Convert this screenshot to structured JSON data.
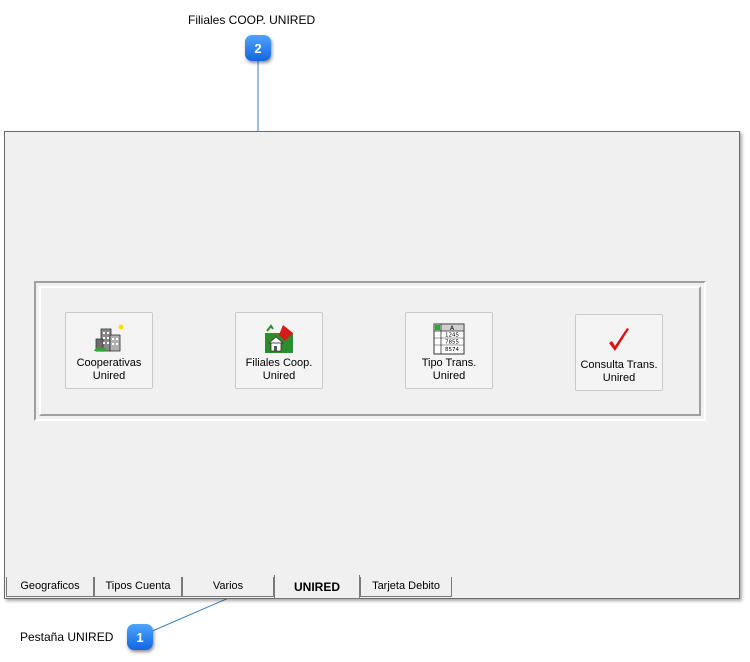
{
  "callouts": {
    "top_label": "Filiales COOP. UNIRED",
    "top_number": "2",
    "bottom_label": "Pestaña UNIRED",
    "bottom_number": "1"
  },
  "buttons": [
    {
      "label": "Cooperativas\nUnired",
      "icon": "buildings-icon"
    },
    {
      "label": "Filiales Coop.\nUnired",
      "icon": "house-branch-icon"
    },
    {
      "label": "Tipo Trans.\nUnired",
      "icon": "spreadsheet-icon"
    },
    {
      "label": "Consulta Trans.\nUnired",
      "icon": "red-checkmark-icon"
    }
  ],
  "tabs": [
    {
      "label": "Geograficos",
      "active": false
    },
    {
      "label": "Tipos Cuenta",
      "active": false
    },
    {
      "label": "Varios",
      "active": false
    },
    {
      "label": "UNIRED",
      "active": true
    },
    {
      "label": "Tarjeta Debito",
      "active": false
    }
  ],
  "spreadsheet_values": [
    "A",
    "1245",
    "7855",
    "8574"
  ],
  "colors": {
    "badge": "#1a73e8",
    "callout_line": "#3a7fc0"
  }
}
